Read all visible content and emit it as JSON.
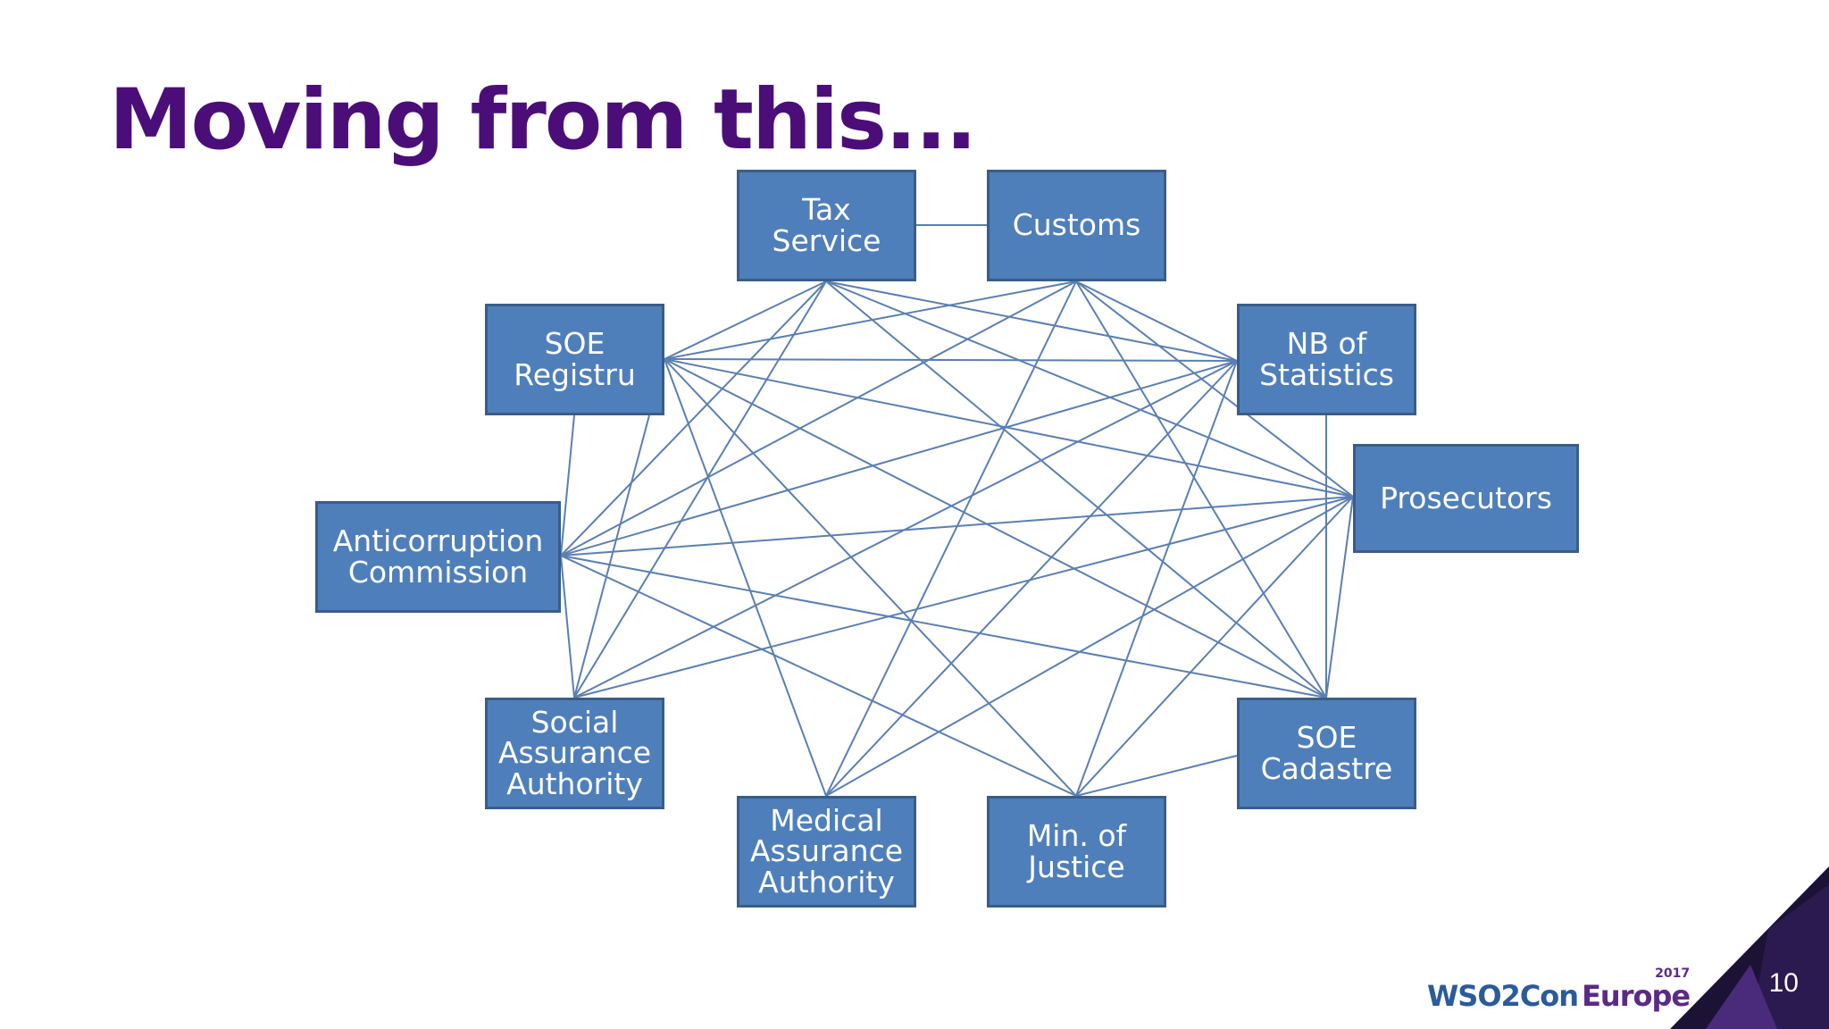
{
  "slide": {
    "title": "Moving from this...",
    "page_number": "10"
  },
  "logo": {
    "brand": "WSO2Con",
    "edition": "Europe",
    "year": "2017"
  },
  "colors": {
    "title": "#4b0e78",
    "node_fill": "#4f7fba",
    "node_border": "#385d8a",
    "edge": "#5b7fb2",
    "corner_dark": "#1c1236",
    "corner_purple": "#4a2a7a"
  },
  "diagram": {
    "nodes": [
      {
        "id": "tax",
        "lines": [
          "Tax",
          "Service"
        ]
      },
      {
        "id": "customs",
        "lines": [
          "Customs"
        ]
      },
      {
        "id": "soe_reg",
        "lines": [
          "SOE",
          "Registru"
        ]
      },
      {
        "id": "nb_stat",
        "lines": [
          "NB of",
          "Statistics"
        ]
      },
      {
        "id": "prosecutors",
        "lines": [
          "Prosecutors"
        ]
      },
      {
        "id": "anticorruption",
        "lines": [
          "Anticorruption",
          "Commission"
        ]
      },
      {
        "id": "social",
        "lines": [
          "Social",
          "Assurance",
          "Authority"
        ]
      },
      {
        "id": "soe_cad",
        "lines": [
          "SOE",
          "Cadastre"
        ]
      },
      {
        "id": "medical",
        "lines": [
          "Medical",
          "Assurance",
          "Authority"
        ]
      },
      {
        "id": "justice",
        "lines": [
          "Min. of",
          "Justice"
        ]
      }
    ],
    "edges": [
      [
        "tax",
        "customs"
      ],
      [
        "tax",
        "soe_reg"
      ],
      [
        "tax",
        "anticorruption"
      ],
      [
        "tax",
        "social"
      ],
      [
        "tax",
        "nb_stat"
      ],
      [
        "tax",
        "prosecutors"
      ],
      [
        "tax",
        "soe_cad"
      ],
      [
        "customs",
        "soe_reg"
      ],
      [
        "customs",
        "anticorruption"
      ],
      [
        "customs",
        "nb_stat"
      ],
      [
        "customs",
        "prosecutors"
      ],
      [
        "customs",
        "soe_cad"
      ],
      [
        "customs",
        "medical"
      ],
      [
        "soe_reg",
        "nb_stat"
      ],
      [
        "soe_reg",
        "prosecutors"
      ],
      [
        "soe_reg",
        "anticorruption"
      ],
      [
        "soe_reg",
        "social"
      ],
      [
        "soe_reg",
        "medical"
      ],
      [
        "soe_reg",
        "justice"
      ],
      [
        "soe_reg",
        "soe_cad"
      ],
      [
        "nb_stat",
        "anticorruption"
      ],
      [
        "nb_stat",
        "social"
      ],
      [
        "nb_stat",
        "medical"
      ],
      [
        "nb_stat",
        "justice"
      ],
      [
        "nb_stat",
        "soe_cad"
      ],
      [
        "prosecutors",
        "anticorruption"
      ],
      [
        "prosecutors",
        "social"
      ],
      [
        "prosecutors",
        "justice"
      ],
      [
        "prosecutors",
        "medical"
      ],
      [
        "prosecutors",
        "soe_cad"
      ],
      [
        "anticorruption",
        "social"
      ],
      [
        "anticorruption",
        "justice"
      ],
      [
        "anticorruption",
        "soe_cad"
      ],
      [
        "soe_cad",
        "justice"
      ]
    ]
  }
}
